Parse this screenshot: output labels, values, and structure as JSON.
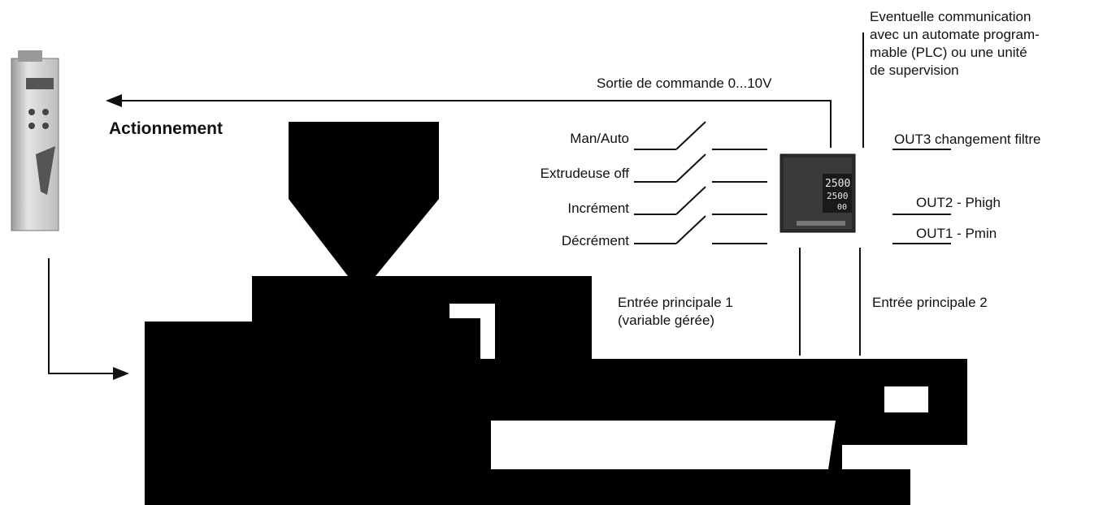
{
  "labels": {
    "actionnement": "Actionnement",
    "sortie": "Sortie de commande 0...10V",
    "communication": [
      "Eventuelle communication",
      "avec un automate program-",
      "mable (PLC) ou une unité",
      "de supervision"
    ],
    "man_auto": "Man/Auto",
    "extrudeuse_off": "Extrudeuse off",
    "increment": "Incrément",
    "decrement": "Décrément",
    "out3": "OUT3 changement filtre",
    "out2": "OUT2 - Phigh",
    "out1": "OUT1 - Pmin",
    "entree1": [
      "Entrée principale 1",
      "(variable gérée)"
    ],
    "entree2": "Entrée principale 2"
  },
  "controller": {
    "display_top": "2500",
    "display_mid": "2500",
    "display_bot": "00"
  },
  "colors": {
    "machine": "#000000",
    "line": "#111111",
    "drive_body": "#cfcfcf",
    "controller_body": "#2a2a2a"
  }
}
